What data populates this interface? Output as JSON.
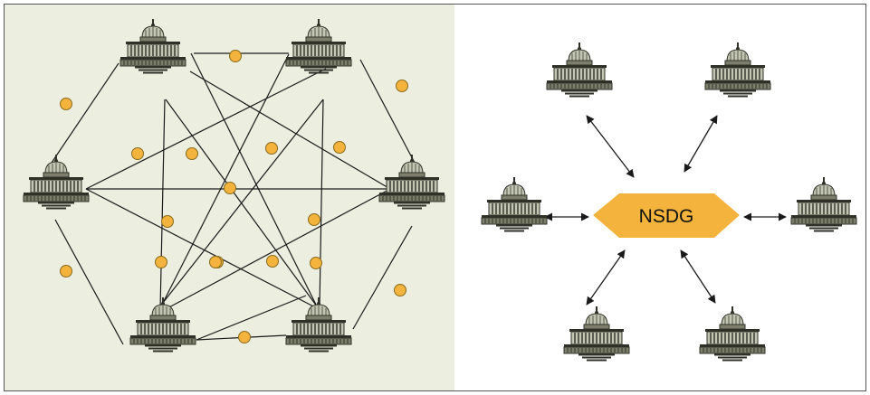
{
  "colors": {
    "panel_background": "#ecefe0",
    "node_fill": "#f3b33d",
    "node_stroke": "#8a6a1c",
    "building_body": "#7d7f6c",
    "building_light": "#c3c6b2",
    "building_dark": "#2f3128",
    "line": "#1a1a1a",
    "hub_fill": "#f3b33d"
  },
  "left_panel": {
    "icon": "capitol-building-icon",
    "building_count": 6,
    "intermediate_node_count": 18
  },
  "right_panel": {
    "icon": "capitol-building-icon",
    "hub_label": "NSDG",
    "spoke_count": 6,
    "arrow_type": "double-headed"
  }
}
